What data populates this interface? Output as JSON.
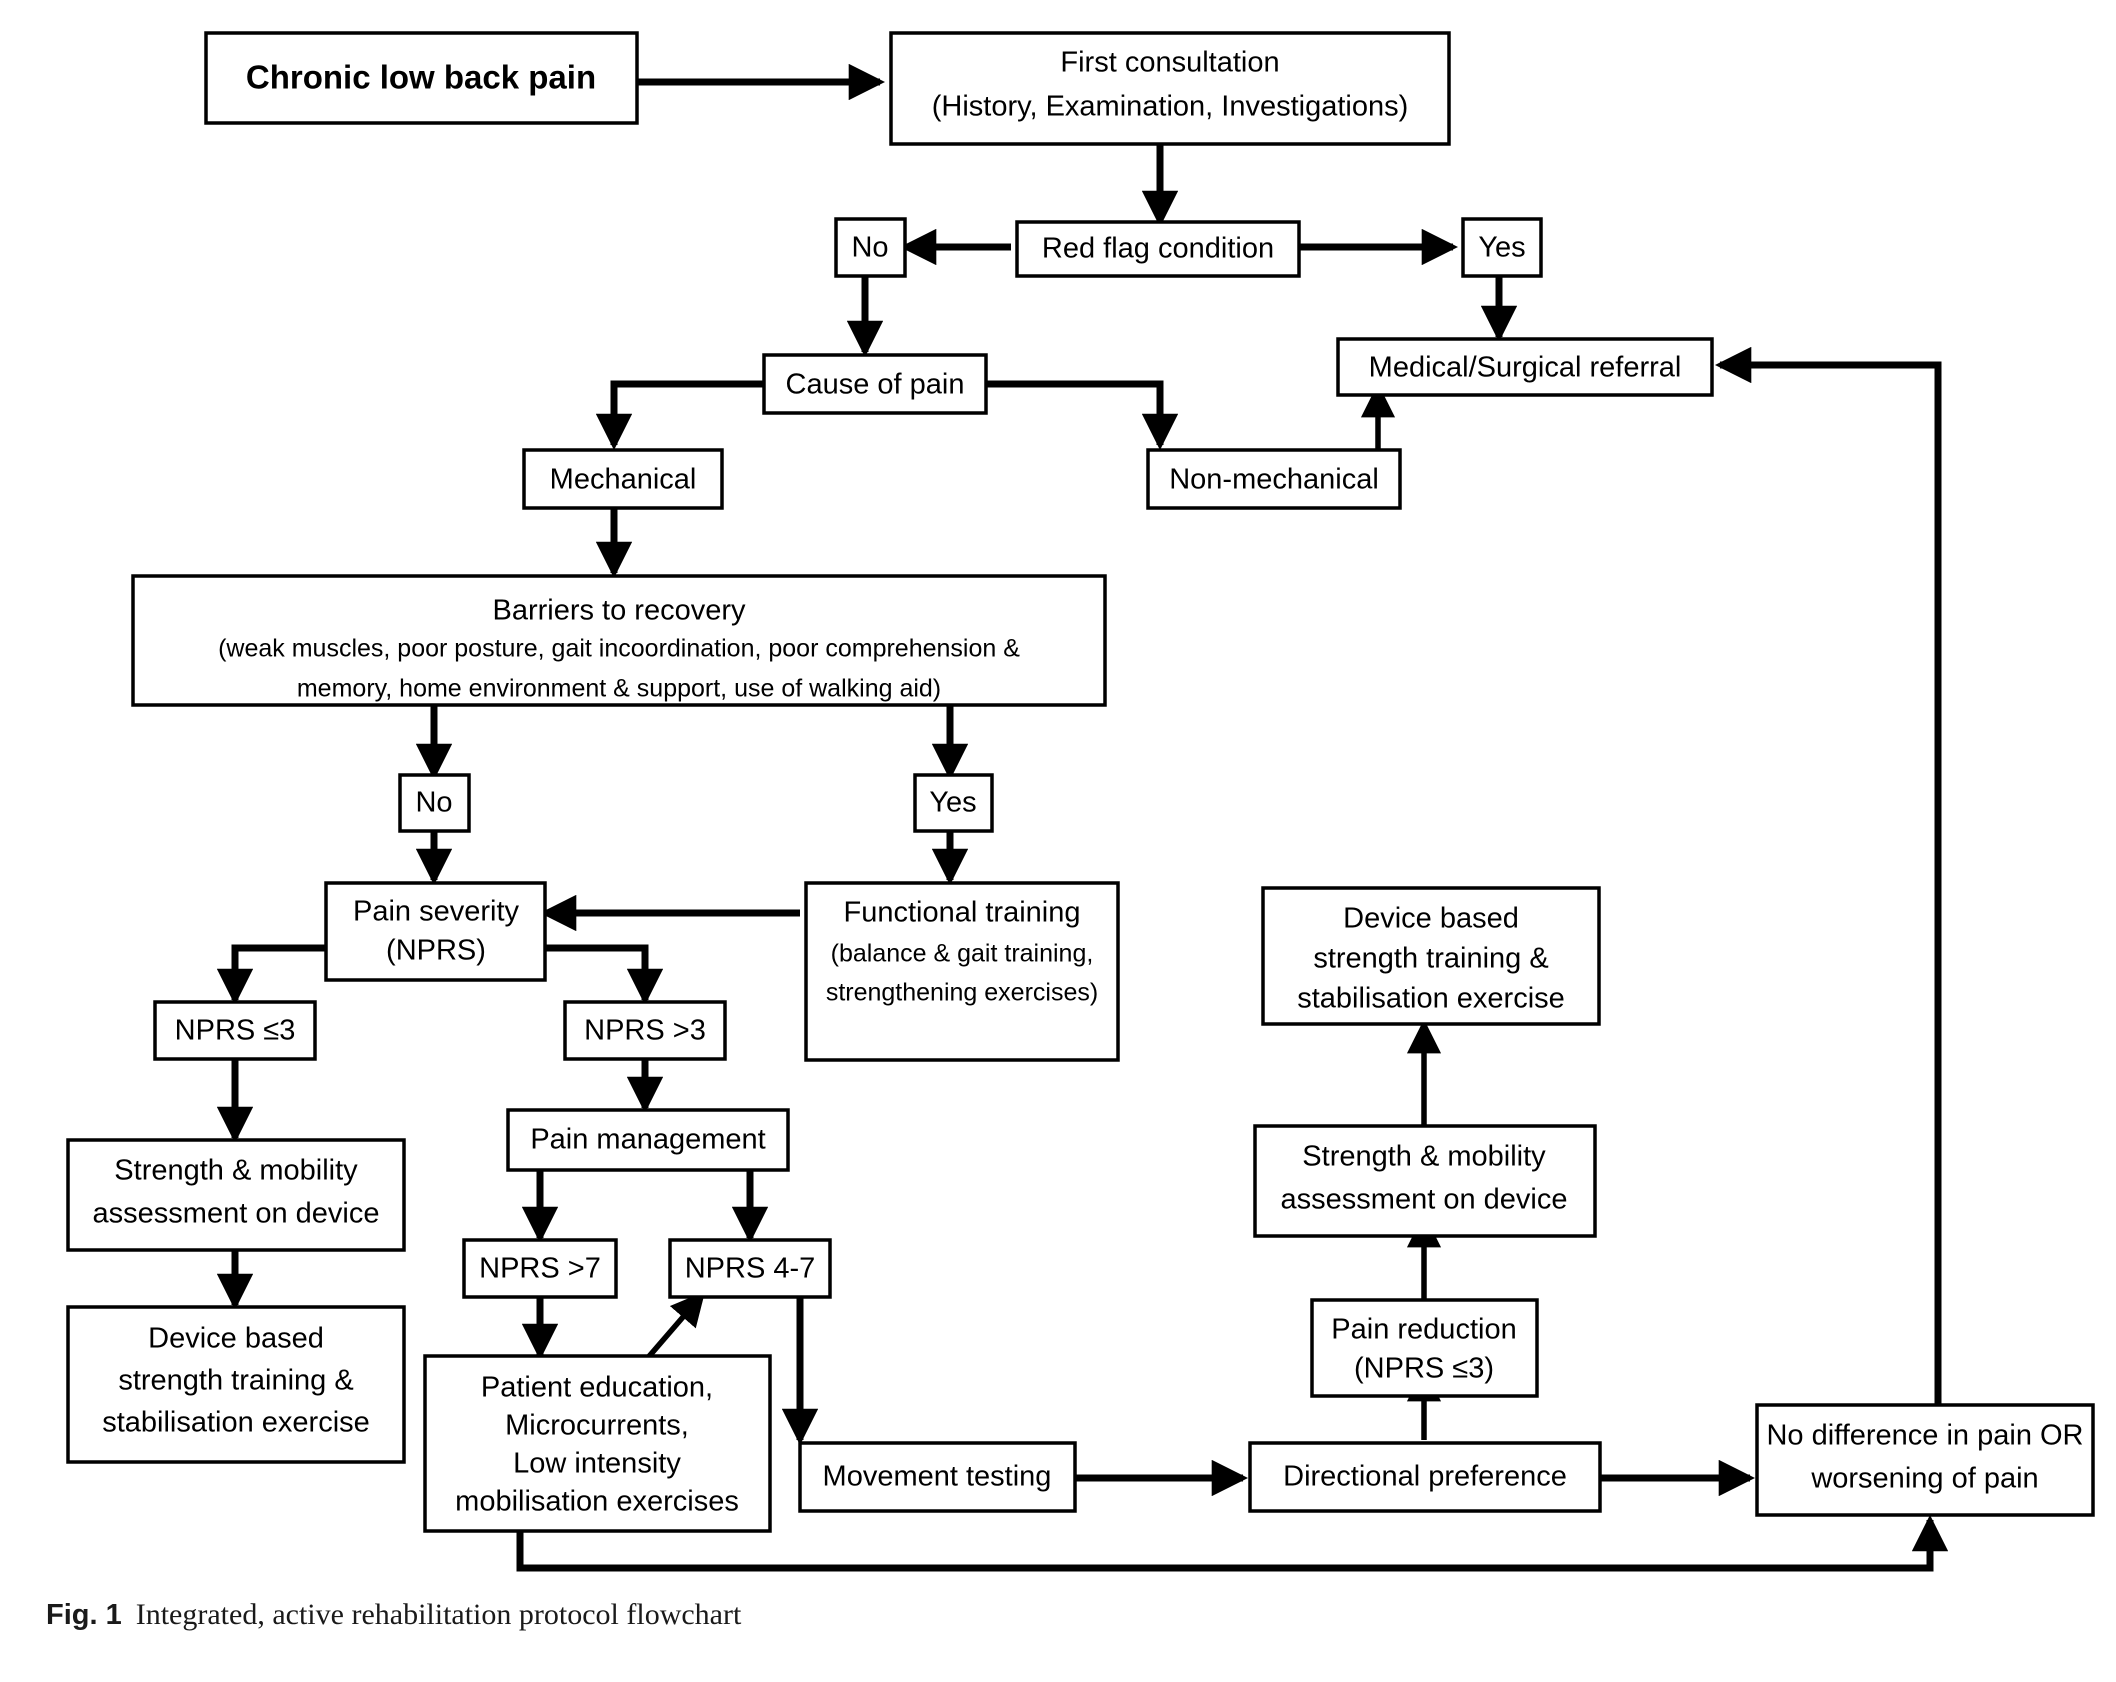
{
  "figure": {
    "caption_label": "Fig. 1",
    "caption_text": "Integrated, active rehabilitation protocol flowchart",
    "stroke_color": "#000000",
    "fill_color": "#ffffff",
    "background": "#ffffff"
  },
  "nodes": {
    "chronic_low_back_pain": {
      "line1": "Chronic low back pain"
    },
    "first_consultation": {
      "line1": "First consultation",
      "line2": "(History, Examination, Investigations)"
    },
    "red_flag_condition": {
      "line1": "Red flag condition"
    },
    "red_flag_no": {
      "line1": "No"
    },
    "red_flag_yes": {
      "line1": "Yes"
    },
    "medical_surgical_referral": {
      "line1": "Medical/Surgical referral"
    },
    "cause_of_pain": {
      "line1": "Cause of pain"
    },
    "mechanical": {
      "line1": "Mechanical"
    },
    "non_mechanical": {
      "line1": "Non-mechanical"
    },
    "barriers_to_recovery": {
      "line1": "Barriers to recovery",
      "line2": "(weak muscles, poor posture, gait incoordination, poor comprehension &",
      "line3": "memory, home  environment & support,  use of walking aid)"
    },
    "barriers_no": {
      "line1": "No"
    },
    "barriers_yes": {
      "line1": "Yes"
    },
    "pain_severity": {
      "line1": "Pain severity",
      "line2": "(NPRS)"
    },
    "functional_training": {
      "line1": "Functional training",
      "line2": "(balance & gait training,",
      "line3": "strengthening exercises)"
    },
    "nprs_le3": {
      "line1": "NPRS ≤3"
    },
    "nprs_gt3": {
      "line1": "NPRS >3"
    },
    "strength_mobility_assessment_left": {
      "line1": "Strength & mobility",
      "line2": "assessment on device"
    },
    "device_based_left": {
      "line1": "Device based",
      "line2": "strength training &",
      "line3": "stabilisation exercise"
    },
    "pain_management": {
      "line1": "Pain management"
    },
    "nprs_gt7": {
      "line1": "NPRS >7"
    },
    "nprs_4_7": {
      "line1": "NPRS 4-7"
    },
    "patient_education": {
      "line1": "Patient education,",
      "line2": "Microcurrents,",
      "line3": "Low intensity",
      "line4": "mobilisation exercises"
    },
    "movement_testing": {
      "line1": "Movement testing"
    },
    "directional_preference": {
      "line1": "Directional preference"
    },
    "pain_reduction": {
      "line1": "Pain reduction",
      "line2": "(NPRS ≤3)"
    },
    "strength_mobility_assessment_right": {
      "line1": "Strength & mobility",
      "line2": "assessment on device"
    },
    "device_based_right": {
      "line1": "Device based",
      "line2": "strength training &",
      "line3": "stabilisation exercise"
    },
    "no_difference": {
      "line1": "No difference in pain OR",
      "line2": "worsening of pain"
    }
  },
  "chart_data": {
    "type": "diagram",
    "title": "Integrated, active rehabilitation protocol flowchart",
    "nodes": [
      "Chronic low back pain",
      "First consultation (History, Examination, Investigations)",
      "Red flag condition",
      "No",
      "Yes",
      "Medical/Surgical referral",
      "Cause of pain",
      "Mechanical",
      "Non-mechanical",
      "Barriers to recovery (weak muscles, poor posture, gait incoordination, poor comprehension & memory, home environment & support, use of walking aid)",
      "No",
      "Yes",
      "Pain severity (NPRS)",
      "Functional training (balance & gait training, strengthening exercises)",
      "NPRS ≤3",
      "NPRS >3",
      "Strength & mobility assessment on device",
      "Device based strength training & stabilisation exercise",
      "Pain management",
      "NPRS >7",
      "NPRS 4-7",
      "Patient education, Microcurrents, Low intensity mobilisation exercises",
      "Movement testing",
      "Directional preference",
      "Pain reduction (NPRS ≤3)",
      "Strength & mobility assessment on device",
      "Device based strength training & stabilisation exercise",
      "No difference in pain OR worsening of pain"
    ],
    "edges": [
      [
        "Chronic low back pain",
        "First consultation"
      ],
      [
        "First consultation",
        "Red flag condition"
      ],
      [
        "Red flag condition",
        "No"
      ],
      [
        "Red flag condition",
        "Yes"
      ],
      [
        "Yes",
        "Medical/Surgical referral"
      ],
      [
        "No",
        "Cause of pain"
      ],
      [
        "Cause of pain",
        "Mechanical"
      ],
      [
        "Cause of pain",
        "Non-mechanical"
      ],
      [
        "Non-mechanical",
        "Medical/Surgical referral"
      ],
      [
        "Mechanical",
        "Barriers to recovery"
      ],
      [
        "Barriers to recovery",
        "No"
      ],
      [
        "Barriers to recovery",
        "Yes"
      ],
      [
        "No",
        "Pain severity (NPRS)"
      ],
      [
        "Yes",
        "Functional training"
      ],
      [
        "Functional training",
        "Pain severity (NPRS)"
      ],
      [
        "Pain severity (NPRS)",
        "NPRS ≤3"
      ],
      [
        "Pain severity (NPRS)",
        "NPRS >3"
      ],
      [
        "NPRS ≤3",
        "Strength & mobility assessment on device"
      ],
      [
        "Strength & mobility assessment on device",
        "Device based strength training & stabilisation exercise"
      ],
      [
        "NPRS >3",
        "Pain management"
      ],
      [
        "Pain management",
        "NPRS >7"
      ],
      [
        "Pain management",
        "NPRS 4-7"
      ],
      [
        "NPRS >7",
        "Patient education, Microcurrents, Low intensity mobilisation exercises"
      ],
      [
        "Patient education, Microcurrents, Low intensity mobilisation exercises",
        "NPRS 4-7"
      ],
      [
        "NPRS 4-7",
        "Movement testing"
      ],
      [
        "Movement testing",
        "Directional preference"
      ],
      [
        "Directional preference",
        "Pain reduction (NPRS ≤3)"
      ],
      [
        "Directional preference",
        "No difference in pain OR worsening of pain"
      ],
      [
        "Pain reduction (NPRS ≤3)",
        "Strength & mobility assessment on device (right)"
      ],
      [
        "Strength & mobility assessment on device (right)",
        "Device based strength training & stabilisation exercise (right)"
      ],
      [
        "Patient education, Microcurrents, Low intensity mobilisation exercises",
        "No difference in pain OR worsening of pain"
      ],
      [
        "No difference in pain OR worsening of pain",
        "Medical/Surgical referral"
      ]
    ]
  }
}
